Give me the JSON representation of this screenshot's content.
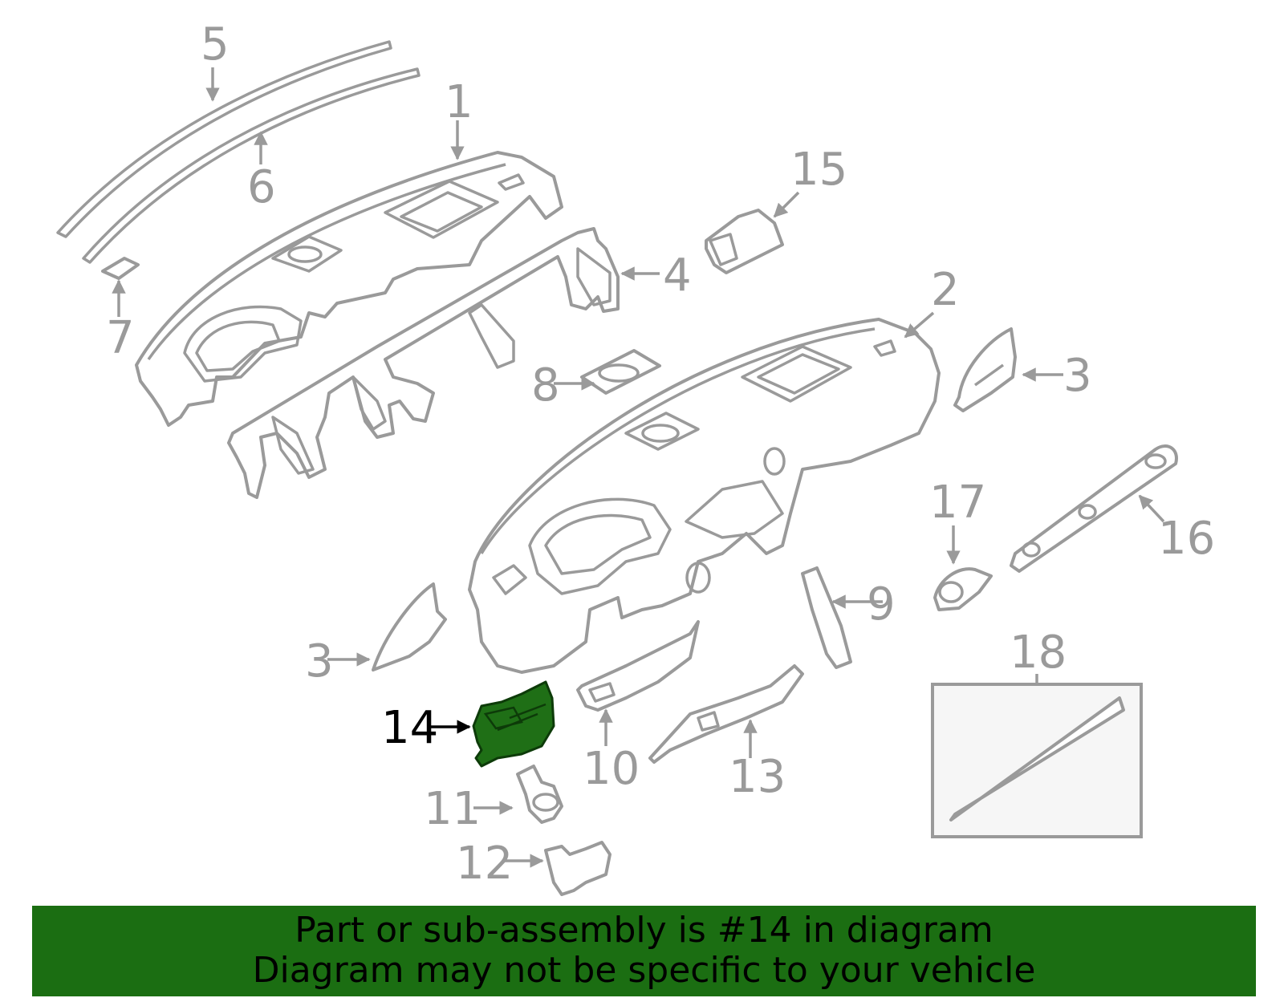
{
  "callouts": {
    "c1": "1",
    "c2": "2",
    "c3a": "3",
    "c3b": "3",
    "c4": "4",
    "c5": "5",
    "c6": "6",
    "c7": "7",
    "c8": "8",
    "c9": "9",
    "c10": "10",
    "c11": "11",
    "c12": "12",
    "c13": "13",
    "c14": "14",
    "c15": "15",
    "c16": "16",
    "c17": "17",
    "c18": "18"
  },
  "highlighted_part": "14",
  "colors": {
    "highlight": "#1f6f16",
    "banner": "#1b6e12",
    "line": "#9a9a9a"
  },
  "banner": {
    "line1": "Part or sub-assembly is #14 in diagram",
    "line2": "Diagram may not be specific to your vehicle"
  }
}
